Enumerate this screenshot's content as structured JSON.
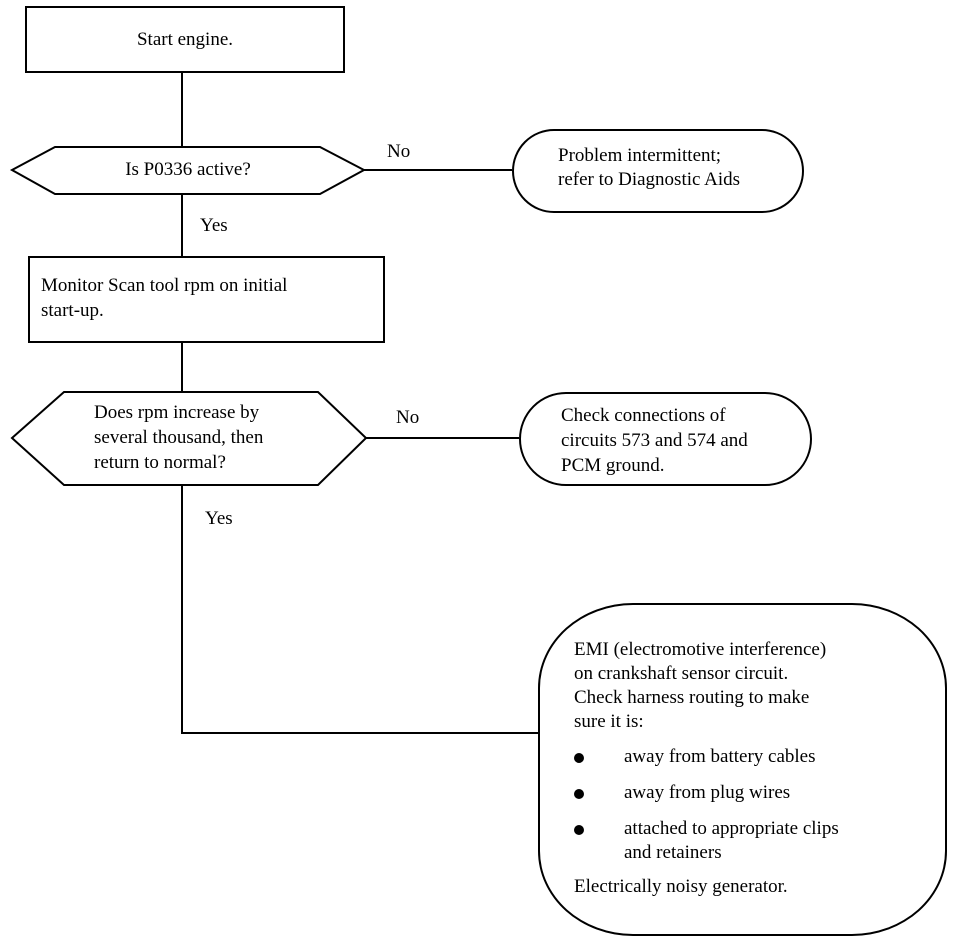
{
  "start": {
    "text": "Start engine."
  },
  "decision1": {
    "question": "Is P0336 active?",
    "no_label": "No",
    "yes_label": "Yes"
  },
  "terminal1": {
    "lines": [
      "Problem intermittent;",
      "refer to Diagnostic Aids"
    ]
  },
  "process1": {
    "lines": [
      "Monitor Scan tool rpm on initial",
      "start-up."
    ]
  },
  "decision2": {
    "lines": [
      "Does rpm increase by",
      "several thousand, then",
      "return to normal?"
    ],
    "no_label": "No",
    "yes_label": "Yes"
  },
  "terminal2": {
    "lines": [
      "Check connections of",
      "circuits 573 and 574 and",
      "PCM ground."
    ]
  },
  "terminal3": {
    "intro": [
      "EMI (electromotive interference)",
      "on crankshaft sensor circuit.",
      "Check harness routing to make",
      "sure it is:"
    ],
    "bullets": [
      {
        "lines": [
          "away from battery cables"
        ]
      },
      {
        "lines": [
          "away from plug wires"
        ]
      },
      {
        "lines": [
          "attached to appropriate clips",
          "and retainers"
        ]
      }
    ],
    "outro": "Electrically noisy generator."
  }
}
